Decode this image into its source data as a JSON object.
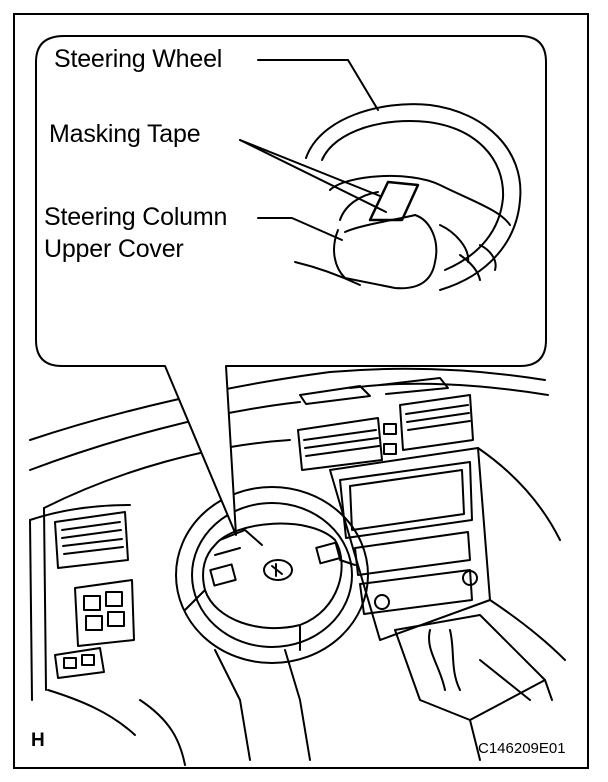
{
  "labels": {
    "steering_wheel": "Steering Wheel",
    "masking_tape": "Masking Tape",
    "column_cover_line1": "Steering Column",
    "column_cover_line2": "Upper Cover"
  },
  "corner_mark": "H",
  "figure_code": "C146209E01",
  "colors": {
    "ink": "#000000",
    "paper": "#ffffff"
  }
}
